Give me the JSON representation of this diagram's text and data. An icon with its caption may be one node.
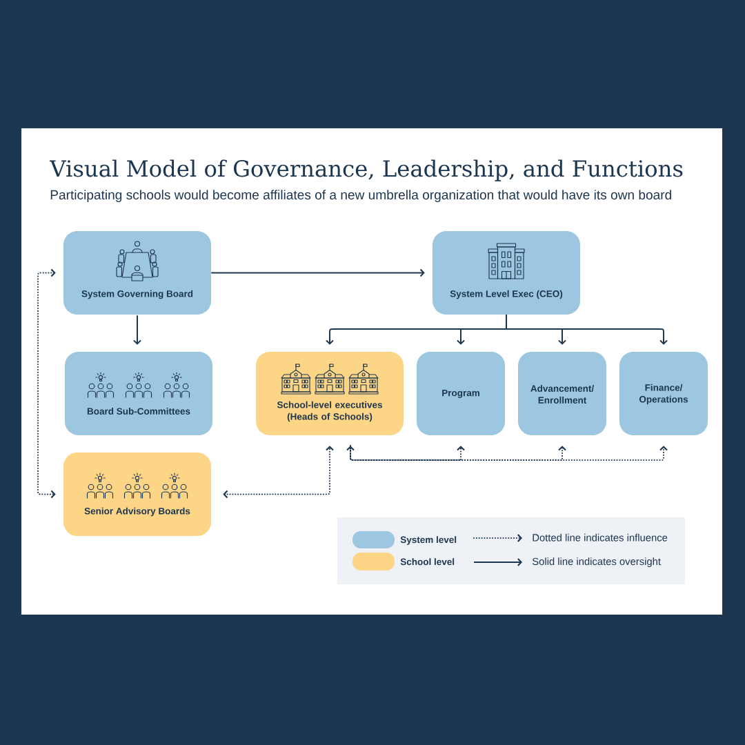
{
  "diagram": {
    "title": "Visual Model of Governance, Leadership, and Functions",
    "nodes": [
      {
        "text": [
          "System Governing Board"
        ]
      },
      {
        "text": [
          "System Level Exec (CEO)"
        ]
      },
      {
        "text": [
          "Board Sub-Committees"
        ]
      },
      {
        "text": [
          "School-level executives (Heads of Schools)"
        ]
      },
      {
        "text": [
          "Program"
        ]
      },
      {
        "text": [
          "Advancement/ Enrollment"
        ]
      },
      {
        "text": [
          "Finance/ Operations"
        ]
      },
      {
        "text": [
          "Senior Advisory Boards"
        ]
      }
    ],
    "edges": [
      {
        "from": 0,
        "to": 1,
        "arrow": "to"
      },
      {
        "from": 0,
        "to": 2,
        "arrow": "to"
      },
      {
        "from": 1,
        "to": 3,
        "arrow": "to"
      },
      {
        "from": 1,
        "to": 4,
        "arrow": "to"
      },
      {
        "from": 1,
        "to": 5,
        "arrow": "to"
      },
      {
        "from": 1,
        "to": 6,
        "arrow": "to"
      },
      {
        "from": 0,
        "to": 7,
        "arrow": "both",
        "style": "dashed"
      },
      {
        "from": 7,
        "to": 3,
        "arrow": "both",
        "style": "dashed"
      },
      {
        "from": 3,
        "to": 4,
        "arrow": "both",
        "style": "dashed"
      },
      {
        "from": 3,
        "to": 5,
        "arrow": "to",
        "style": "dashed"
      },
      {
        "from": 3,
        "to": 6,
        "arrow": "to",
        "style": "dashed"
      }
    ],
    "labels": [
      "Participating schools would become affiliates of a new umbrella organization that would have its own board"
    ],
    "legend": [
      {
        "text": "System level",
        "color": "#9dc6e0"
      },
      {
        "text": "Dotted line indicates influence"
      },
      {
        "text": "School level",
        "color": "#fdd586"
      },
      {
        "text": "Solid line indicates oversight"
      }
    ]
  }
}
